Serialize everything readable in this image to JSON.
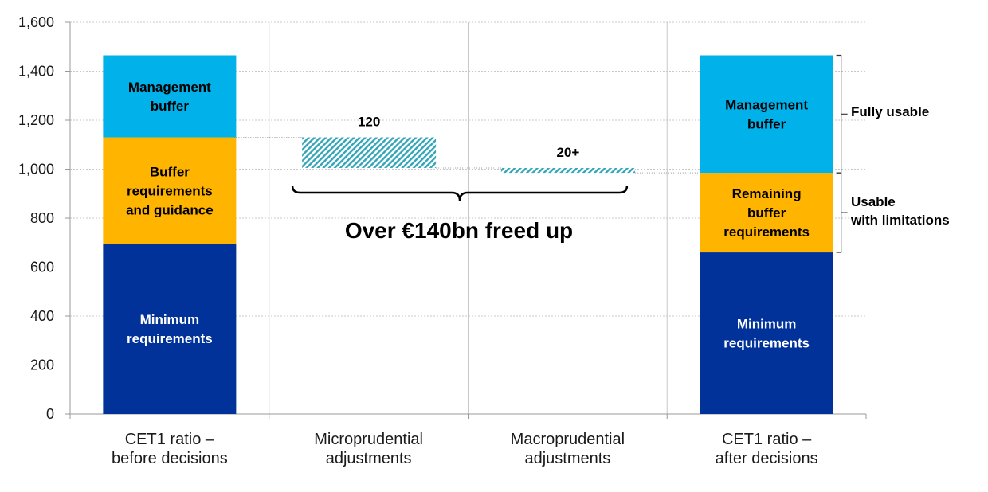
{
  "chart_data": {
    "type": "bar",
    "subtype": "waterfall",
    "title": "",
    "xlabel": "",
    "ylabel": "",
    "ylim": [
      0,
      1600
    ],
    "yticks": [
      0,
      200,
      400,
      600,
      800,
      1000,
      1200,
      1400,
      1600
    ],
    "ytick_labels": [
      "0",
      "200",
      "400",
      "600",
      "800",
      "1,000",
      "1,200",
      "1,400",
      "1,600"
    ],
    "categories": [
      [
        "CET1 ratio –",
        "before decisions"
      ],
      [
        "Microprudential",
        "adjustments"
      ],
      [
        "Macroprudential",
        "adjustments"
      ],
      [
        "CET1 ratio –",
        "after decisions"
      ]
    ],
    "stacked_bars": [
      {
        "category_index": 0,
        "segments": [
          {
            "name": "Minimum requirements",
            "label_lines": [
              "Minimum",
              "requirements"
            ],
            "from": 0,
            "to": 695,
            "color": "#003299",
            "text_color": "#ffffff"
          },
          {
            "name": "Buffer requirements and guidance",
            "label_lines": [
              "Buffer",
              "requirements",
              "and guidance"
            ],
            "from": 695,
            "to": 1130,
            "color": "#ffb400",
            "text_color": "#000000"
          },
          {
            "name": "Management buffer",
            "label_lines": [
              "Management",
              "buffer"
            ],
            "from": 1130,
            "to": 1465,
            "color": "#00b1ea",
            "text_color": "#000000"
          }
        ]
      },
      {
        "category_index": 3,
        "segments": [
          {
            "name": "Minimum requirements",
            "label_lines": [
              "Minimum",
              "requirements"
            ],
            "from": 0,
            "to": 660,
            "color": "#003299",
            "text_color": "#ffffff"
          },
          {
            "name": "Remaining buffer requirements",
            "label_lines": [
              "Remaining",
              "buffer",
              "requirements"
            ],
            "from": 660,
            "to": 985,
            "color": "#ffb400",
            "text_color": "#000000"
          },
          {
            "name": "Management buffer",
            "label_lines": [
              "Management",
              "buffer"
            ],
            "from": 985,
            "to": 1465,
            "color": "#00b1ea",
            "text_color": "#000000"
          }
        ]
      }
    ],
    "adjustment_bars": [
      {
        "category_index": 1,
        "value": 120,
        "from": 1005,
        "to": 1130,
        "label": "120",
        "color": "#33a5b8",
        "pattern": "hatched"
      },
      {
        "category_index": 2,
        "value": 20,
        "from": 985,
        "to": 1005,
        "label": "20+",
        "color": "#33a5b8",
        "pattern": "hatched"
      }
    ],
    "annotations": {
      "total_freed": "Over €140bn freed up",
      "fully_usable": "Fully usable",
      "usable_limitations": [
        "Usable",
        "with limitations"
      ]
    }
  }
}
